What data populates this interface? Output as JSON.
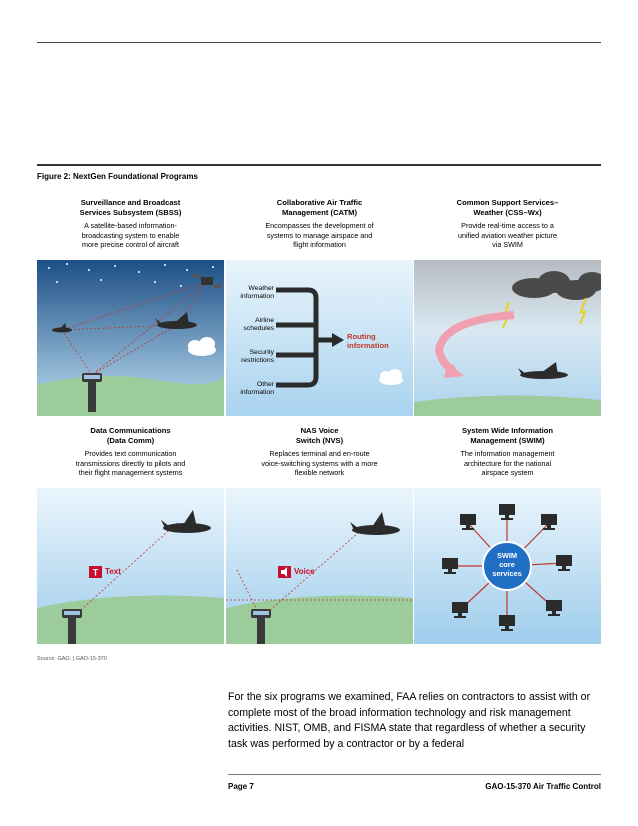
{
  "figure": {
    "title": "Figure 2: NextGen Foundational Programs",
    "source": "Source: GAO. | GAO-15-370"
  },
  "panels": [
    {
      "title": [
        "Surveillance and Broadcast",
        "Services Subsystem (SBSS)"
      ],
      "desc": [
        "A satellite-based information-",
        "broadcasting system to enable",
        "more precise control of aircraft"
      ]
    },
    {
      "title": [
        "Collaborative Air Traffic",
        "Management (CATM)"
      ],
      "desc": [
        "Encompasses the development of",
        "systems to manage airspace and",
        "flight information"
      ]
    },
    {
      "title": [
        "Common Support Services–",
        "Weather (CSS–Wx)"
      ],
      "desc": [
        "Provide real-time access to a",
        "unified aviation weather picture",
        "via SWIM"
      ]
    },
    {
      "title": [
        "Data Communications",
        "(Data Comm)"
      ],
      "desc": [
        "Provides text communication",
        "transmissions directly to pilots and",
        "their flight management systems"
      ]
    },
    {
      "title": [
        "NAS Voice",
        "Switch (NVS)"
      ],
      "desc": [
        "Replaces terminal and en-route",
        "voice-switching systems with a more",
        "flexible network"
      ]
    },
    {
      "title": [
        "System Wide Information",
        "Management (SWIM)"
      ],
      "desc": [
        "The information management",
        "architecture for the national",
        "airspace system"
      ]
    }
  ],
  "catm": {
    "inputs": [
      [
        "Weather",
        "information"
      ],
      [
        "Airline",
        "schedules"
      ],
      [
        "Security",
        "restrictions"
      ],
      [
        "Other",
        "information"
      ]
    ],
    "output": [
      "Routing",
      "information"
    ]
  },
  "datacomm_label": "Text",
  "nvs_label": "Voice",
  "swim_center": [
    "SWIM",
    "core",
    "services"
  ],
  "body": "For the six programs we examined, FAA relies on contractors to assist with or complete most of the broad information technology and risk management activities. NIST, OMB, and FISMA state that regardless of whether a security task was performed by a contractor or by a federal",
  "footer": {
    "page": "Page 7",
    "report": "GAO-15-370  Air Traffic Control"
  },
  "colors": {
    "accent_red": "#c8102e",
    "routing_red": "#c0392b",
    "swim_blue": "#1f6fc4"
  }
}
